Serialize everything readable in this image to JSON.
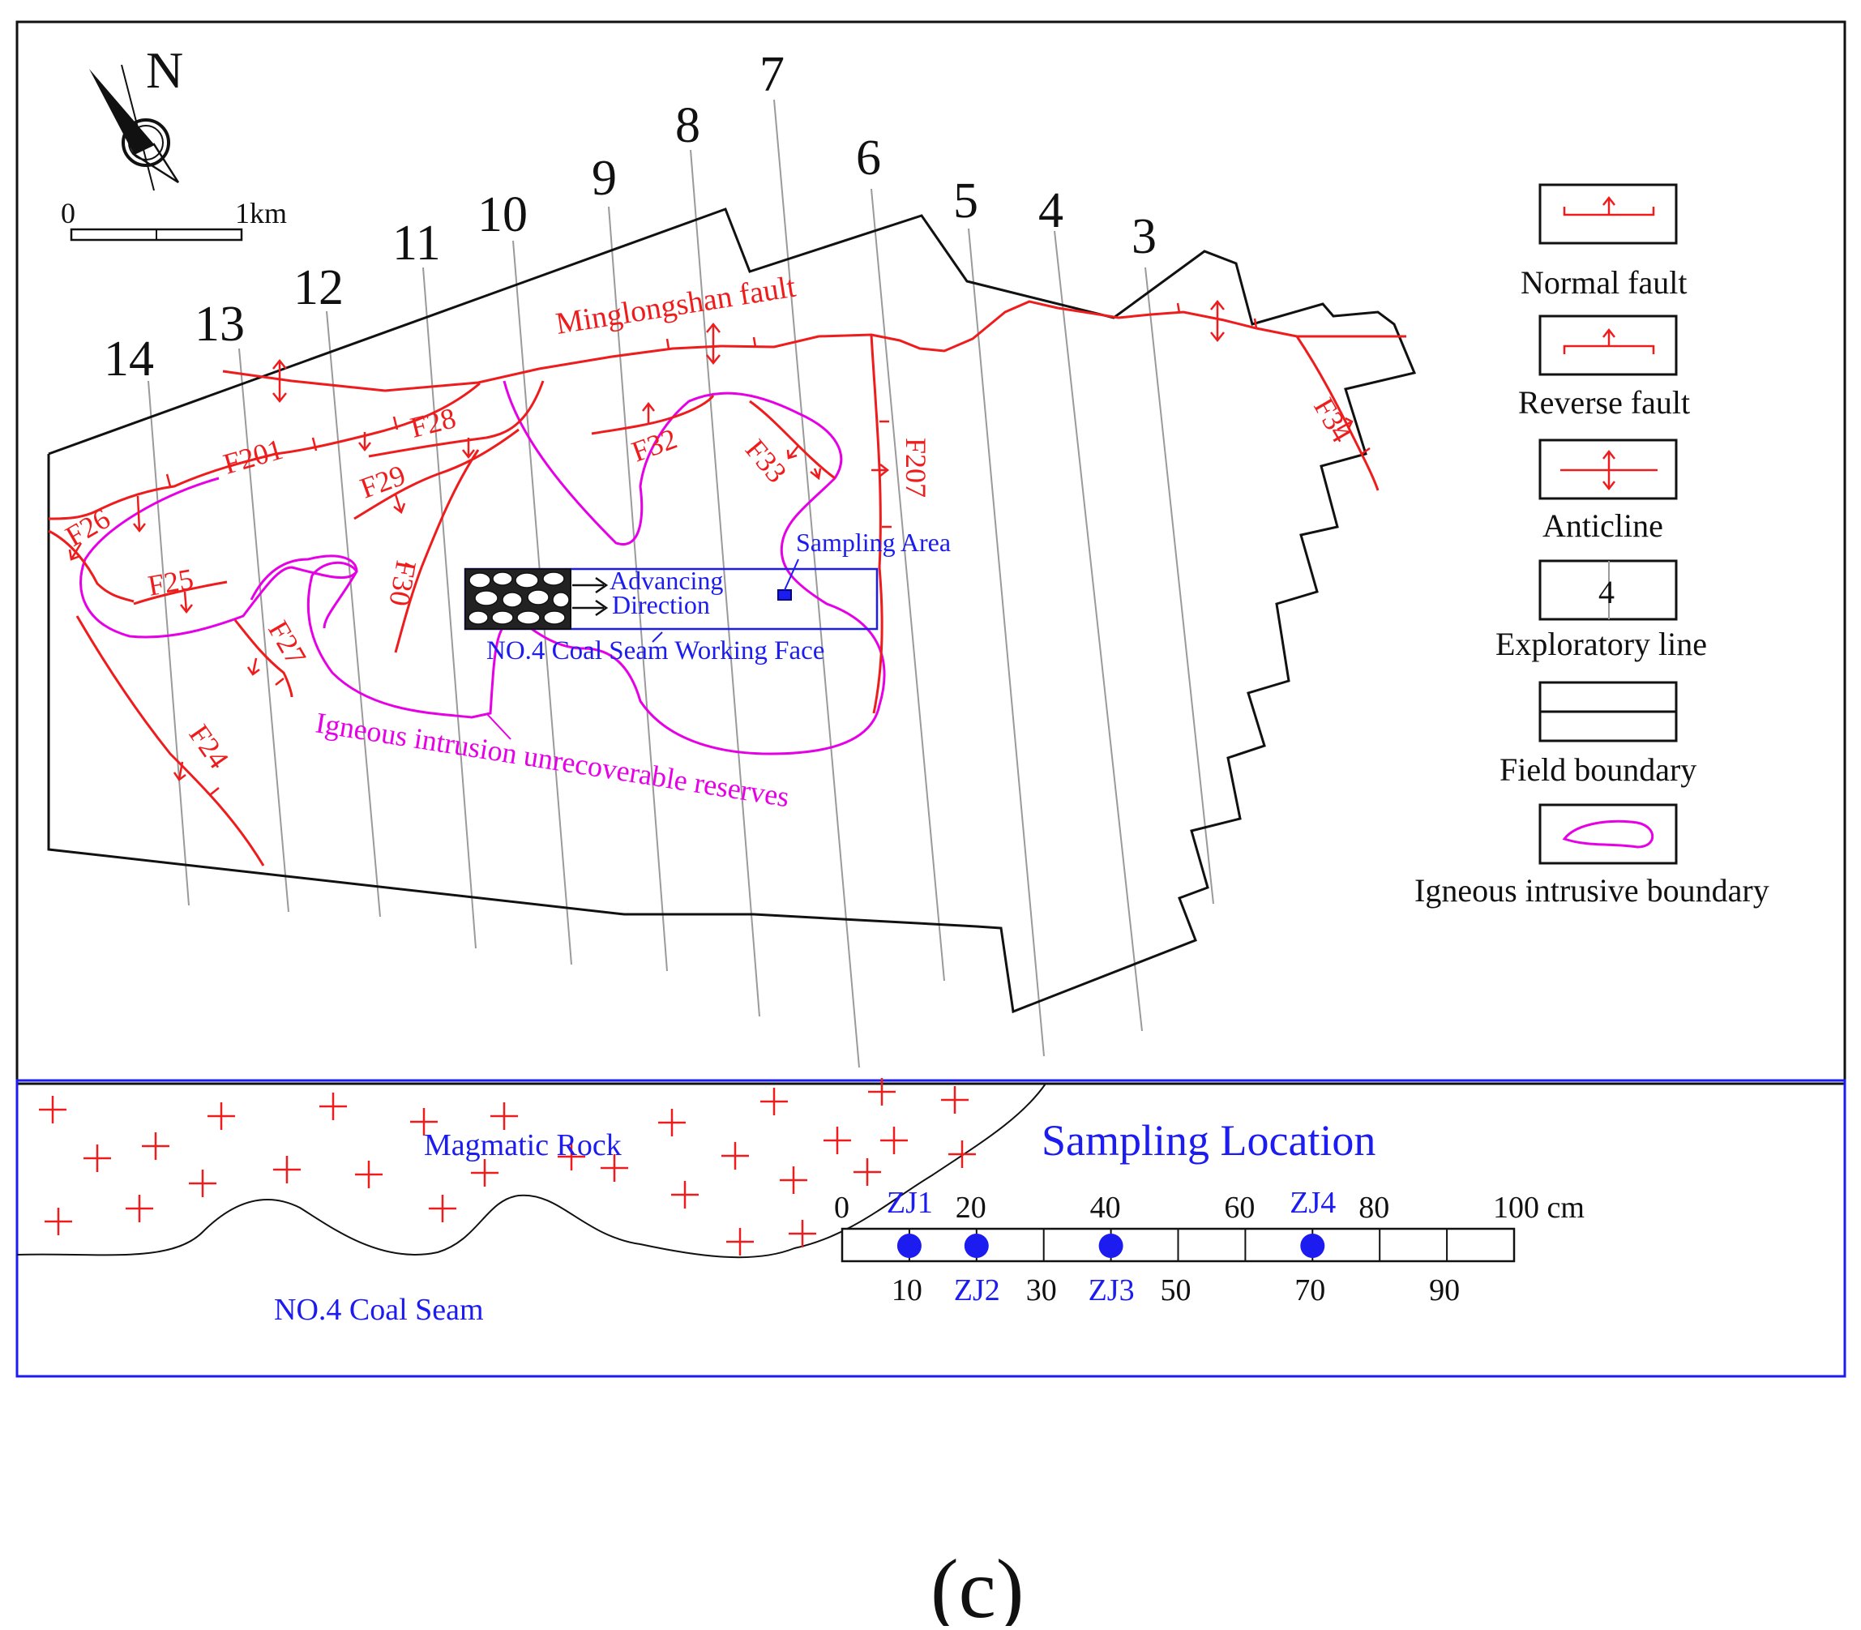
{
  "figure_label": "(c)",
  "compass": {
    "label": "N"
  },
  "scale_bar": {
    "start_label": "0",
    "end_label": "1km"
  },
  "exploratory_lines": [
    "14",
    "13",
    "12",
    "11",
    "10",
    "9",
    "8",
    "7",
    "6",
    "5",
    "4",
    "3"
  ],
  "faults": {
    "minglongshan": "Minglongshan fault",
    "f201": "F201",
    "f28": "F28",
    "f29": "F29",
    "f26": "F26",
    "f25": "F25",
    "f30": "F30",
    "f27": "F27",
    "f24": "F24",
    "f32": "F32",
    "f33": "F33",
    "f207": "F207",
    "f34": "F34"
  },
  "map_labels": {
    "advancing_line1": "Advancing",
    "advancing_line2": "Direction",
    "working_face": "NO.4 Coal Seam Working Face",
    "sampling_area": "Sampling Area",
    "igneous_reserves": "Igneous intrusion unrecoverable reserves"
  },
  "legend": [
    {
      "label": "Normal fault",
      "icon": "normal-fault-icon"
    },
    {
      "label": "Reverse fault",
      "icon": "reverse-fault-icon"
    },
    {
      "label": "Anticline",
      "icon": "anticline-icon"
    },
    {
      "label": "Exploratory line",
      "icon": "exploratory-line-icon",
      "icon_text": "4"
    },
    {
      "label": "Field boundary",
      "icon": "field-boundary-icon"
    },
    {
      "label": "Igneous intrusive boundary",
      "icon": "igneous-boundary-icon"
    }
  ],
  "sampling": {
    "title": "Sampling Location",
    "magmatic_rock": "Magmatic Rock",
    "coal_seam": "NO.4 Coal Seam",
    "unit": "cm",
    "top_ticks": [
      "0",
      "20",
      "40",
      "60",
      "80",
      "100 cm"
    ],
    "bottom_ticks": [
      "10",
      "30",
      "50",
      "70",
      "90"
    ],
    "samples": [
      {
        "name": "ZJ1",
        "position_cm": 10
      },
      {
        "name": "ZJ2",
        "position_cm": 20
      },
      {
        "name": "ZJ3",
        "position_cm": 40
      },
      {
        "name": "ZJ4",
        "position_cm": 70
      }
    ]
  },
  "colors": {
    "fault": "#ee1c1c",
    "intrusion": "#e600e6",
    "sampling_blue": "#1c1cf0",
    "boundary": "#111111",
    "exploratory": "#9a9a9a"
  }
}
